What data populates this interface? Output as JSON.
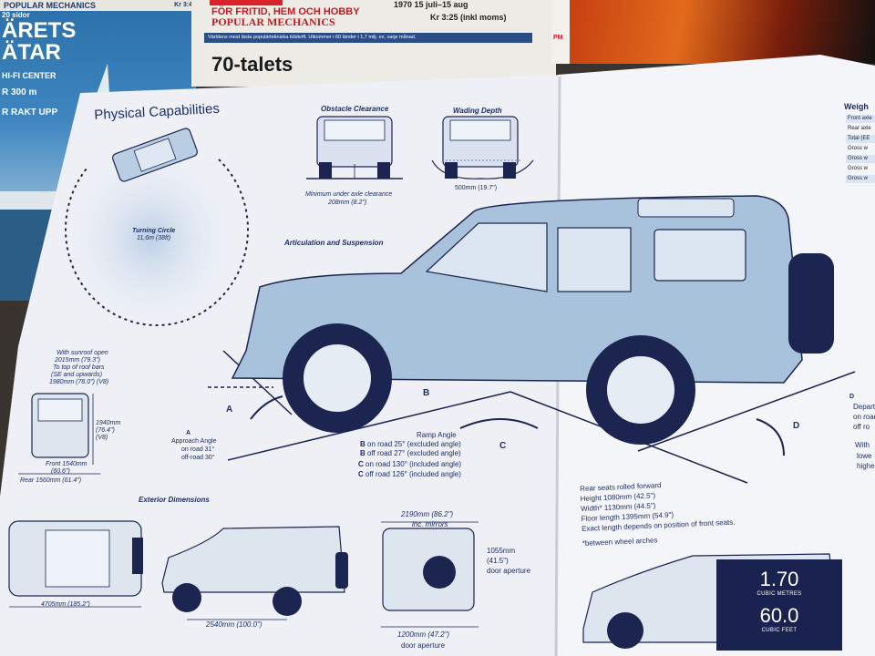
{
  "background": {
    "left_magazine": {
      "masthead": "POPULAR MECHANICS",
      "price": "Kr 3:4",
      "lines": [
        "20 sidor",
        "ÄRETS",
        "ÄTAR",
        "HI-FI CENTER",
        "R 300 m",
        "R RAKT UPP"
      ]
    },
    "center_magazine": {
      "date": "1970   15 juli–15 aug",
      "tagline": "FÖR FRITID, HEM OCH HOBBY",
      "masthead": "POPULAR MECHANICS",
      "price": "Kr 3:25 (inkl moms)",
      "subline": "Världens mest lästa populärtekniska tidskrift. Utkommer i 60 länder i 1,7 milj. ex, varje månad.",
      "headline": "70-talets"
    },
    "right_magazine": {
      "spine": "PM"
    }
  },
  "left_page": {
    "section_title": "Physical Capabilities",
    "turning_circle": {
      "label": "Turning Circle",
      "value": "11,6m (38ft)"
    },
    "obstacle": {
      "title": "Obstacle Clearance",
      "caption": "Minimum under axle clearance",
      "value": "208mm (8.2\")"
    },
    "wading": {
      "title": "Wading Depth",
      "value": "500mm (19.7\")"
    },
    "articulation_title": "Articulation and Suspension",
    "height_notes": [
      "With sunroof open",
      "2015mm (79.3\")",
      "To top of roof bars",
      "(SE and upwards)",
      "1980mm (78.0\") (V8)"
    ],
    "height_side": [
      "1940mm",
      "(76.4\")",
      "(V8)"
    ],
    "track_front": [
      "Front 1540mm",
      "(60.6\")"
    ],
    "track_rear": "Rear 1560mm (61.4\")",
    "approach": {
      "letter": "A",
      "lines": [
        "Approach Angle",
        "on road 31°",
        "off-road 30°"
      ]
    },
    "marker_a": "A",
    "marker_b": "B",
    "exterior_title": "Exterior Dimensions",
    "length": "4705mm (185.2\")",
    "wheelbase": "2540mm (100.0\")"
  },
  "right_page": {
    "marker_c": "C",
    "marker_d": "D",
    "ramp": {
      "title": "Ramp Angle",
      "rows": [
        {
          "key": "B",
          "text": " on road 25° (excluded angle)"
        },
        {
          "key": "B",
          "text": " off road 27° (excluded angle)"
        },
        {
          "key": "C",
          "text": " on road 130° (included angle)"
        },
        {
          "key": "C",
          "text": " off road 126° (included angle)"
        }
      ]
    },
    "departure": {
      "key": "D",
      "lines": [
        "Depart",
        "on road",
        "off ro"
      ]
    },
    "with_note": [
      "With",
      "lowe",
      "highe"
    ],
    "width_mirrors": [
      "2190mm (86.2\")",
      "inc. mirrors"
    ],
    "door_height": [
      "1055mm",
      "(41.5\")",
      "door aperture"
    ],
    "door_width": [
      "1200mm (47.2\")",
      "door aperture"
    ],
    "rear_seats": [
      "Rear seats rolled forward",
      "Height 1080mm (42.5\")",
      "Width* 1130mm (44.5\")",
      "Floor length 1395mm (54.9\")",
      "Exact length depends on position of front seats.",
      "",
      "*between wheel arches"
    ],
    "cargo": {
      "metres": "1.70",
      "metres_label": "CUBIC METRES",
      "feet": "60.0",
      "feet_label": "CUBIC FEET"
    },
    "weights": {
      "title": "Weigh",
      "items": [
        "Front axle",
        "Rear axle",
        "Total (EE",
        "Gross w",
        "Gross w",
        "Gross w",
        "Gross w"
      ]
    }
  },
  "colors": {
    "ink": "#1c2e66",
    "body": "#a9c2dc",
    "paper": "#f3f4f8",
    "tyre": "#1c2450"
  }
}
